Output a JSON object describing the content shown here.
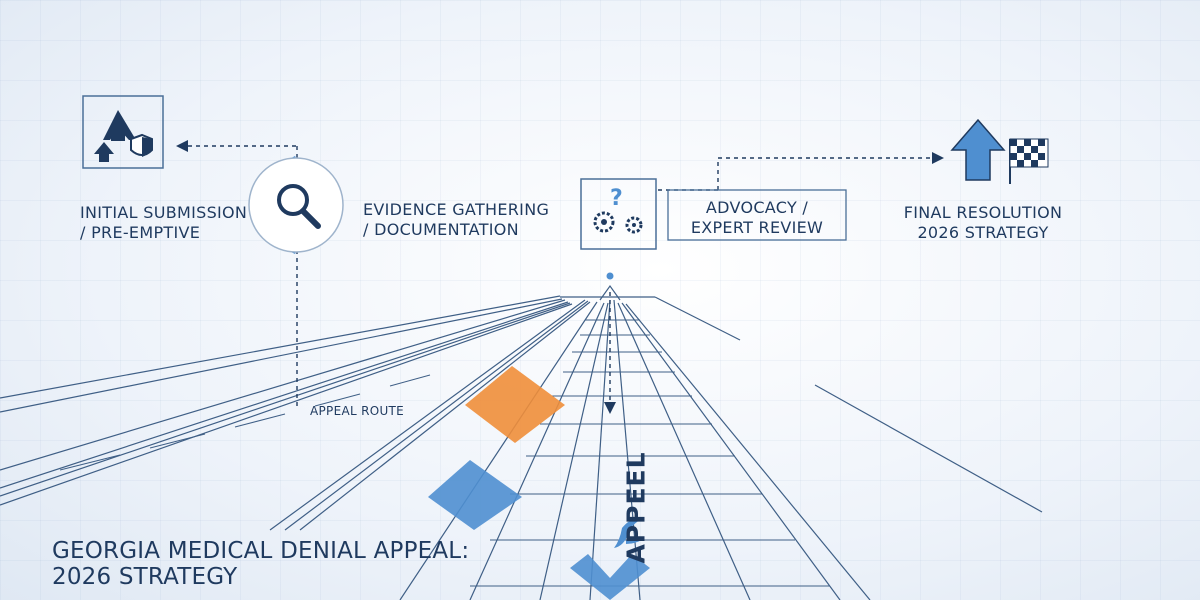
{
  "steps": {
    "initial": {
      "line1": "INITIAL SUBMISSION",
      "line2": "/ PRE-EMPTIVE",
      "icon": "upload-shield-icon"
    },
    "evidence": {
      "line1": "EVIDENCE GATHERING",
      "line2": "/ DOCUMENTATION",
      "icon": "magnifier-icon"
    },
    "advocacy": {
      "line1": "ADVOCACY /",
      "line2": "EXPERT REVIEW",
      "icon": "gears-question-icon"
    },
    "final": {
      "line1": "FINAL RESOLUTION",
      "line2": "2026 STRATEGY",
      "icon": "arrow-flag-icon"
    }
  },
  "route_label": "APPEAL ROUTE",
  "track_label": "APPEEL",
  "title": {
    "line1": "GEORGIA MEDICAL DENIAL APPEAL:",
    "line2": "2026 STRATEGY"
  },
  "colors": {
    "navy": "#1f3a5f",
    "steel": "#4a6f98",
    "blue": "#4f8fd0",
    "orange": "#ef8e3a"
  }
}
